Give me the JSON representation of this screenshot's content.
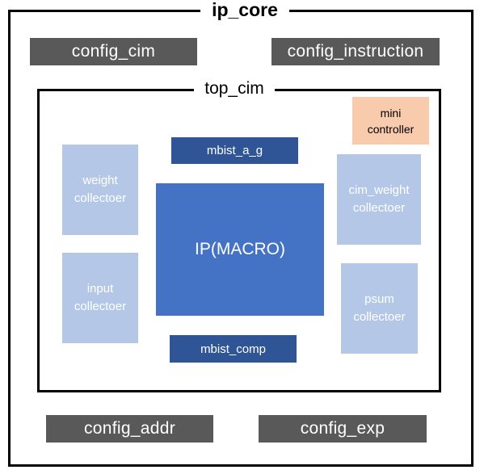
{
  "ip_core": {
    "title": "ip_core"
  },
  "top_cim": {
    "title": "top_cim"
  },
  "blocks": {
    "config_cim": "config_cim",
    "config_instruction": "config_instruction",
    "config_addr": "config_addr",
    "config_exp": "config_exp",
    "mini_controller": "mini\ncontroller",
    "mbist_a_g": "mbist_a_g",
    "mbist_comp": "mbist_comp",
    "ip_macro": "IP(MACRO)",
    "weight_collector": "weight\ncollectoer",
    "input_collector": "input\ncollectoer",
    "cim_weight_collector": "cim_weight\ncollectoer",
    "psum_collector": "psum\ncollectoer"
  },
  "colors": {
    "config_block": "#595959",
    "mbist_block": "#2f5597",
    "macro_block": "#4472c4",
    "collector_block": "#b4c7e7",
    "controller_block": "#f8cbad"
  }
}
